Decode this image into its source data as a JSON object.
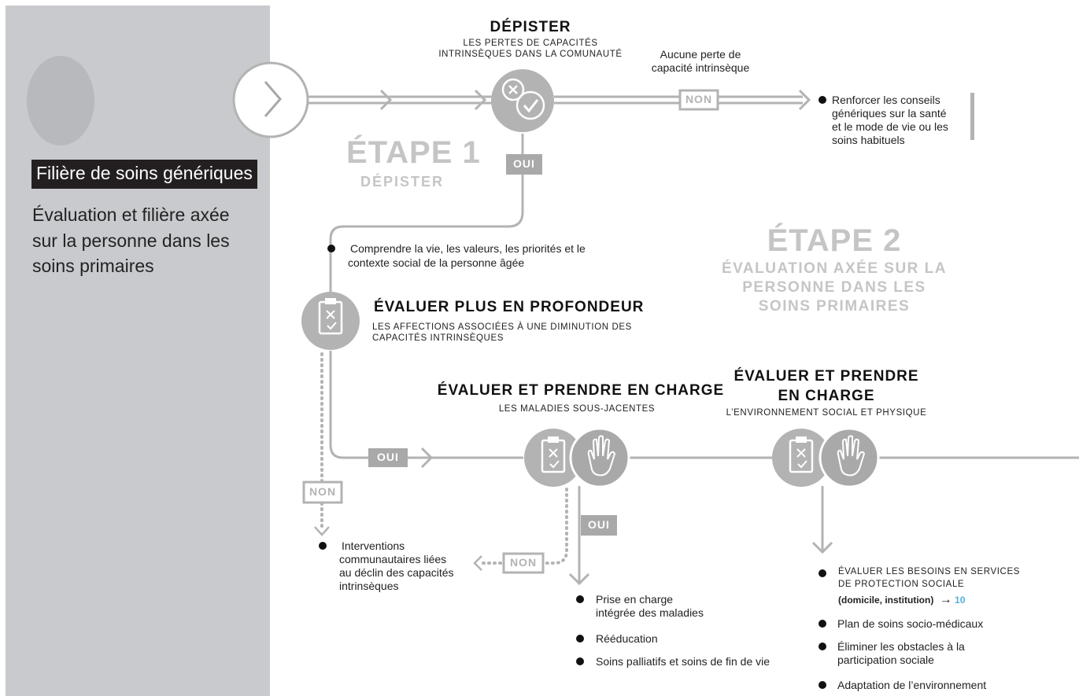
{
  "sidebar": {
    "badge": "Filière de soins génériques",
    "subtitle": "Évaluation et filière axée sur la personne dans les soins primaires"
  },
  "screen": {
    "title": "DÉPISTER",
    "subtitle_line1": "LES PERTES DE CAPACITÉS",
    "subtitle_line2": "INTRINSÈQUES DANS LA COMUNAUTÉ",
    "no_loss_line1": "Aucune perte de",
    "no_loss_line2": "capacité intrinsèque",
    "non_label": "NON",
    "oui_label": "OUI",
    "advice_line1": "Renforcer les conseils",
    "advice_line2": "génériques sur la santé",
    "advice_line3": "et le mode de vie ou les",
    "advice_line4": "soins habituels"
  },
  "etape1": {
    "title": "ÉTAPE 1",
    "subtitle": "DÉPISTER"
  },
  "etape2": {
    "title": "ÉTAPE 2",
    "line1": "ÉVALUATION AXÉE SUR LA",
    "line2": "PERSONNE DANS LES",
    "line3": "SOINS PRIMAIRES"
  },
  "understand": {
    "line1": "Comprendre la vie, les valeurs, les priorités et le",
    "line2": "contexte social de la personne âgée"
  },
  "deeper": {
    "title": "ÉVALUER PLUS EN PROFONDEUR",
    "line1": "LES AFFECTIONS ASSOCIÉES À UNE DIMINUTION DES",
    "line2": "CAPACITÉS INTRINSÈQUES",
    "oui_label": "OUI",
    "non_label": "NON"
  },
  "community": {
    "line1": "Interventions",
    "line2": "communautaires liées",
    "line3": "au déclin des capacités",
    "line4": "intrinsèques"
  },
  "diseases": {
    "title": "ÉVALUER ET PRENDRE EN CHARGE",
    "subtitle": "LES MALADIES SOUS-JACENTES",
    "oui_label": "OUI",
    "non_label": "NON",
    "items": [
      "Prise en charge",
      "intégrée des maladies",
      "Rééducation",
      "Soins palliatifs et soins de fin de vie"
    ]
  },
  "environment": {
    "title_line1": "ÉVALUER ET PRENDRE",
    "title_line2": "EN CHARGE",
    "subtitle": "L’ENVIRONNEMENT SOCIAL ET PHYSIQUE",
    "needs_line1": "ÉVALUER LES BESOINS EN SERVICES",
    "needs_line2": "DE PROTECTION SOCIALE",
    "needs_line3": "(domicile, institution)",
    "link_arrow": "→",
    "link_page": "10",
    "items": [
      "Plan de soins socio-médicaux",
      "Éliminer les obstacles à la",
      "participation sociale",
      "Adaptation de l’environnement"
    ]
  }
}
